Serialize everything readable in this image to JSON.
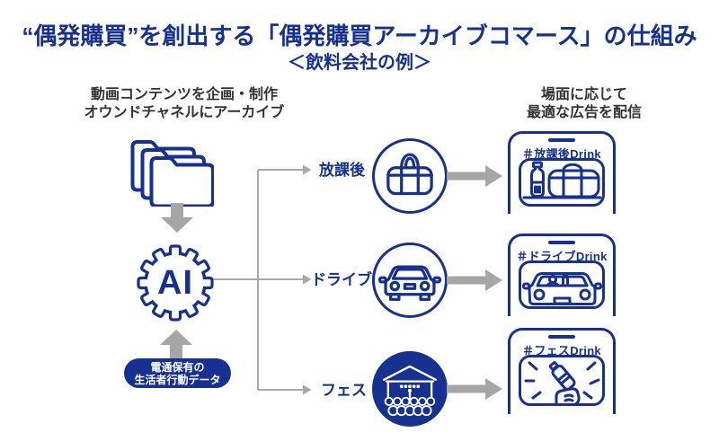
{
  "title": {
    "line1": "“偶発購買”を創出する「偶発購買アーカイブコマース」の仕組み",
    "line2": "＜飲料会社の例＞"
  },
  "left_column": {
    "heading_line1": "動画コンテンツを企画・制作",
    "heading_line2": "オウンドチャネルにアーカイブ",
    "ai_label": "AI",
    "data_pill_line1": "電通保有の",
    "data_pill_line2": "生活者行動データ"
  },
  "right_column": {
    "heading_line1": "場面に応じて",
    "heading_line2": "最適な広告を配信"
  },
  "scenes": [
    {
      "label": "放課後",
      "icon": "bag-icon",
      "ad_hashtag": "＃放課後Drink"
    },
    {
      "label": "ドライブ",
      "icon": "car-icon",
      "ad_hashtag": "＃ドライブDrink"
    },
    {
      "label": "フェス",
      "icon": "festival-stage-icon",
      "ad_hashtag": "＃フェスDrink"
    }
  ],
  "colors": {
    "navy": "#16318f",
    "arrow_gray": "#a6a6a6",
    "line_gray": "#a9a9a9",
    "heading_gray": "#333333"
  }
}
